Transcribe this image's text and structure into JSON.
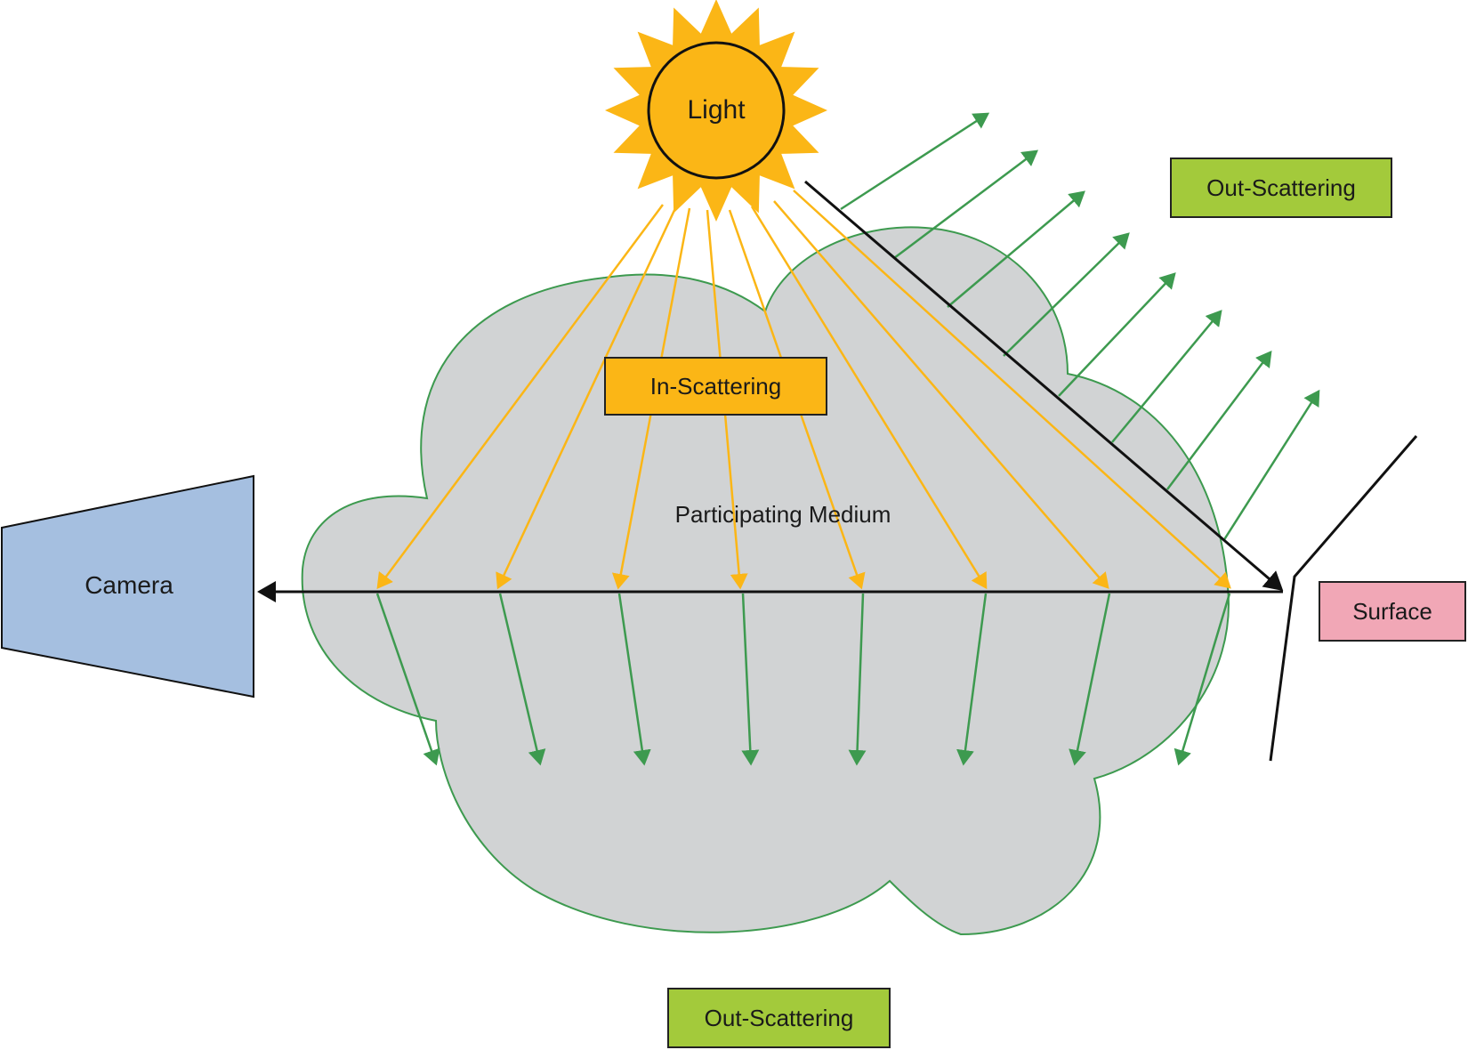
{
  "labels": {
    "light": "Light",
    "in_scattering": "In-Scattering",
    "out_scattering_top": "Out-Scattering",
    "out_scattering_bottom": "Out-Scattering",
    "participating_medium": "Participating Medium",
    "camera": "Camera",
    "surface": "Surface"
  },
  "colors": {
    "sun": "#fbb616",
    "light_ray": "#fbb616",
    "scatter": "#3d9a4f",
    "medium": "#d1d3d4",
    "camera": "#a5bfe0",
    "in_scattering_box": "#fbb616",
    "out_scattering_box": "#a3ca3b",
    "surface_box": "#f1a7b6",
    "primary_ray": "#111111"
  }
}
